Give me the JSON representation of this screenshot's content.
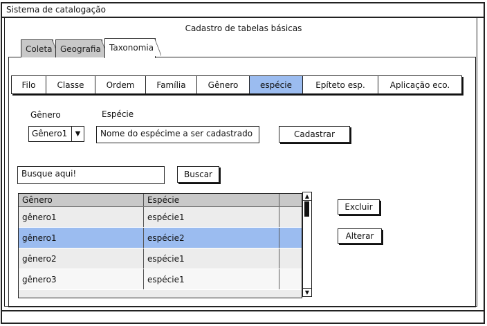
{
  "window": {
    "title": "Sistema de catalogação"
  },
  "page": {
    "heading": "Cadastro de tabelas básicas"
  },
  "tabs": [
    {
      "label": "Coleta",
      "active": false
    },
    {
      "label": "Geografia",
      "active": false
    },
    {
      "label": "Taxonomia",
      "active": true
    }
  ],
  "subtabs": [
    {
      "label": "Filo"
    },
    {
      "label": "Classe"
    },
    {
      "label": "Ordem"
    },
    {
      "label": "Família"
    },
    {
      "label": "Gênero"
    },
    {
      "label": "espécie",
      "active": true
    },
    {
      "label": "Epíteto esp."
    },
    {
      "label": "Aplicação eco."
    }
  ],
  "form": {
    "genero_label": "Gênero",
    "especie_label": "Espécie",
    "genero_value": "Gênero1",
    "especie_value": "Nome do espécime a ser cadastrado",
    "cadastrar_label": "Cadastrar"
  },
  "search": {
    "value": "Busque aqui!",
    "button_label": "Buscar"
  },
  "grid": {
    "columns": [
      "Gênero",
      "Espécie"
    ],
    "rows": [
      {
        "genero": "gênero1",
        "especie": "espécie1"
      },
      {
        "genero": "gênero1",
        "especie": "espécie2",
        "selected": true
      },
      {
        "genero": "gênero2",
        "especie": "espécie1"
      },
      {
        "genero": "gênero3",
        "especie": "espécie1"
      }
    ]
  },
  "actions": {
    "excluir_label": "Excluir",
    "alterar_label": "Alterar"
  },
  "colors": {
    "selection": "#9bbcf0",
    "tab_inactive": "#c8c8c8",
    "header": "#c8c8c8"
  }
}
